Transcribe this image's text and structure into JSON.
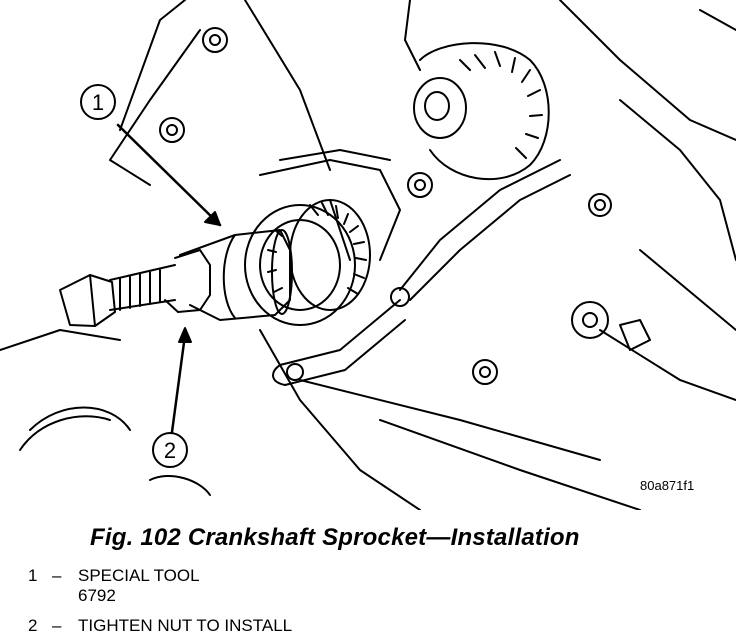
{
  "figure": {
    "ref_code": "80a871f1",
    "caption": "Fig. 102 Crankshaft Sprocket—Installation",
    "callouts": [
      {
        "number": "1",
        "lines": [
          "SPECIAL TOOL",
          "6792"
        ]
      },
      {
        "number": "2",
        "lines": [
          "TIGHTEN NUT TO INSTALL"
        ]
      }
    ],
    "dash": "–"
  }
}
